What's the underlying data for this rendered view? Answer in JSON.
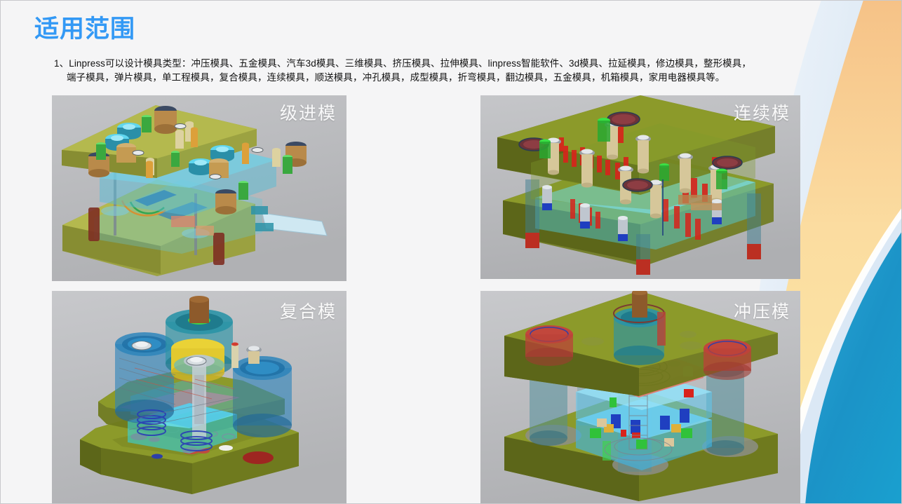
{
  "slide": {
    "title": "适用范围",
    "title_color": "#3399f5",
    "background_color": "#f5f5f6"
  },
  "body": {
    "line1": "1、Linpress可以设计模具类型：冲压模具、五金模具、汽车3d模具、三维模具、挤压模具、拉伸模具、linpress智能软件、3d模具、拉延模具，修边模具，整形模具，",
    "line2": "端子模具，弹片模具，单工程模具，复合模具，连续模具，顺送模具，冲孔模具，成型模具，折弯模具，翻边模具，五金模具，机箱模具，家用电器模具等。"
  },
  "panels": [
    {
      "label": "级进模",
      "alt": "progressive-die-3d-cad-render"
    },
    {
      "label": "连续模",
      "alt": "continuous-die-3d-cad-render"
    },
    {
      "label": "复合模",
      "alt": "compound-die-3d-cad-render"
    },
    {
      "label": "冲压模",
      "alt": "stamping-die-3d-cad-render"
    }
  ],
  "decoration": {
    "orange": "#f7c98a",
    "orange_light": "#fbe39f",
    "cyan": "#1e9cd0",
    "cyan_dark": "#1285bb",
    "pale_blue": "#dbe8f5"
  }
}
